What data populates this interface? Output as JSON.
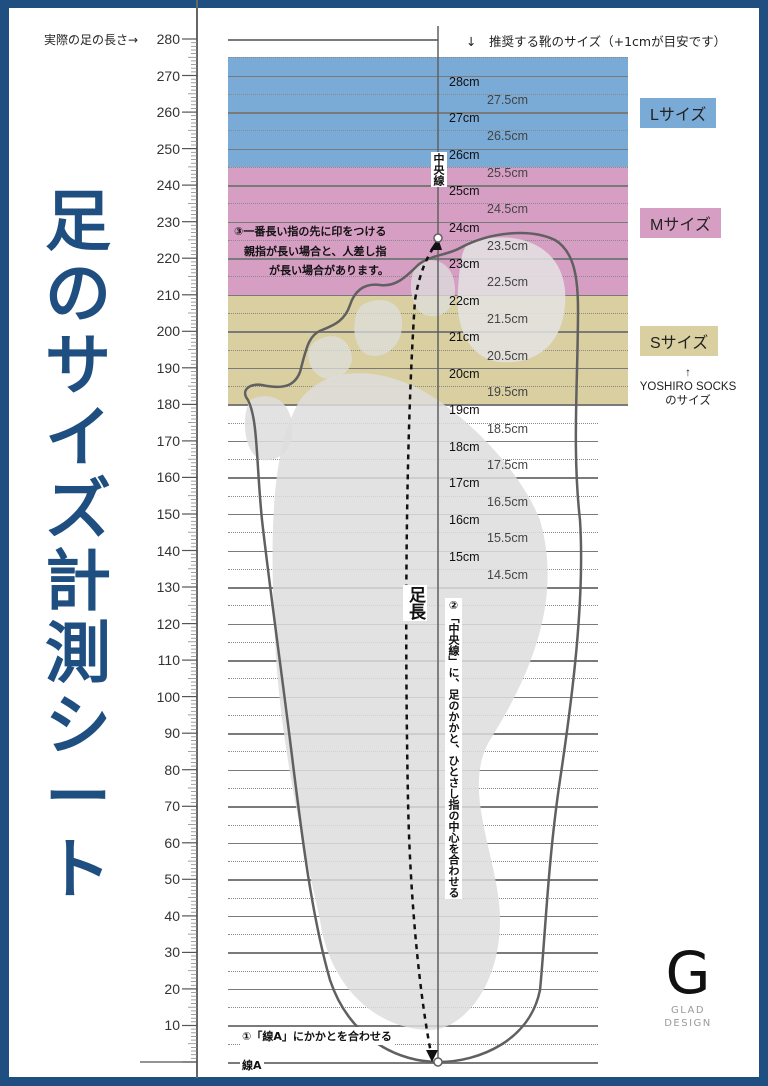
{
  "title": "足のサイズ計測シート",
  "title_chars": [
    "足",
    "の",
    "サ",
    "イ",
    "ズ",
    "計",
    "測",
    "シ",
    "ー",
    "ト"
  ],
  "ruler": {
    "caption": "実際の足の長さ→",
    "labels": [
      "280",
      "270",
      "260",
      "250",
      "240",
      "230",
      "220",
      "210",
      "200",
      "190",
      "180",
      "170",
      "160",
      "150",
      "140",
      "130",
      "120",
      "110",
      "100",
      "90",
      "80",
      "70",
      "60",
      "50",
      "40",
      "30",
      "20",
      "10"
    ],
    "unit": "mm"
  },
  "header": {
    "recommend_caption": "↓　推奨する靴のサイズ（+1cmが目安です）"
  },
  "shoe_sizes": {
    "whole": [
      "28cm",
      "27cm",
      "26cm",
      "25cm",
      "24cm",
      "23cm",
      "22cm",
      "21cm",
      "20cm",
      "19cm",
      "18cm",
      "17cm",
      "16cm",
      "15cm"
    ],
    "half": [
      "27.5cm",
      "26.5cm",
      "25.5cm",
      "24.5cm",
      "23.5cm",
      "22.5cm",
      "21.5cm",
      "20.5cm",
      "19.5cm",
      "18.5cm",
      "17.5cm",
      "16.5cm",
      "15.5cm",
      "14.5cm"
    ]
  },
  "size_bands": [
    {
      "label": "Lサイズ",
      "from_mm": 275,
      "to_mm": 245,
      "color": "#7aaad6"
    },
    {
      "label": "Mサイズ",
      "from_mm": 245,
      "to_mm": 210,
      "color": "#d79ec4"
    },
    {
      "label": "Sサイズ",
      "from_mm": 210,
      "to_mm": 180,
      "color": "#d9cfa0"
    }
  ],
  "yoshiro_note": {
    "arrow": "↑",
    "line1": "YOSHIRO SOCKS",
    "line2": "のサイズ"
  },
  "center_line_label": "中央線",
  "foot_length_label": "足長",
  "steps": {
    "step1": "①「線A」にかかとを合わせる",
    "step2": "②「中央線」に、足のかかと、ひとさし指の中心を合わせる",
    "step3_line1": "③一番長い指の先に印をつける",
    "step3_line2": "親指が長い場合と、人差し指",
    "step3_line3": "が長い場合があります。"
  },
  "line_a_label": "線A",
  "brand": {
    "logo_letter": "G",
    "line1": "GLAD",
    "line2": "DESIGN"
  },
  "colors": {
    "frame": "#1f4e80",
    "title": "#1f4e80",
    "l_band": "#7aaad6",
    "m_band": "#d79ec4",
    "s_band": "#d9cfa0"
  }
}
